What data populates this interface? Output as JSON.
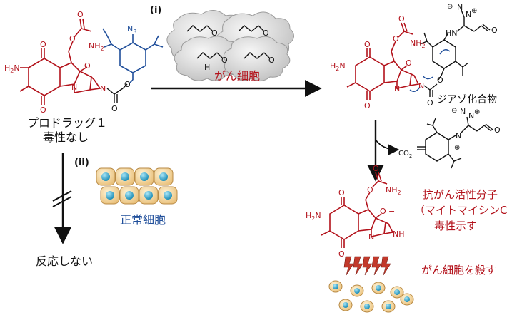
{
  "colors": {
    "red": "#b3121b",
    "blue": "#1f4e9a",
    "black": "#111111",
    "cell_fill": "#f4d9a3",
    "cell_edge": "#c9a063",
    "nucleus": "#3aa6c9",
    "cloud": "#dcdcdc"
  },
  "labels": {
    "step_i": "(i)",
    "step_ii": "(ii)",
    "cancer_cells": "がん細胞",
    "normal_cells": "正常細胞",
    "prodrug_line1": "プロドラッグ１",
    "prodrug_line2": "毒性なし",
    "no_reaction": "反応しない",
    "diazo_compound": "ジアゾ化合物",
    "co2": "CO",
    "co2_sub": "2",
    "active_line1": "抗がん活性分子",
    "active_line2": "（マイトマイシンC）",
    "active_line3": "毒性示す",
    "kills_cells": "がん細胞を殺す"
  },
  "chem": {
    "nh2": "NH",
    "nh2_sub": "2",
    "h2n": "H",
    "h2n_sub": "2",
    "h2n_n": "N",
    "o": "O",
    "n": "N",
    "nh": "NH",
    "h": "H",
    "hn": "HN",
    "n3": "N",
    "n3_sub": "3",
    "plus": "⊕",
    "minus": "⊖",
    "minus_sign": "−"
  }
}
